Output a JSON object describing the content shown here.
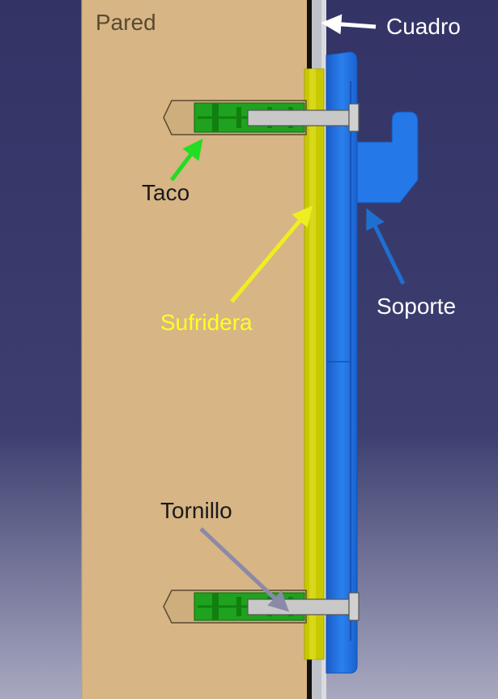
{
  "labels": {
    "pared": "Pared",
    "cuadro": "Cuadro",
    "taco": "Taco",
    "sufridera": "Sufridera",
    "soporte": "Soporte",
    "tornillo": "Tornillo"
  },
  "colors": {
    "background_top": "#333366",
    "background_bottom": "#a8a9c0",
    "wall": "#d7b585",
    "frame": "#bfc2c8",
    "frame_edge": "#111111",
    "shim": "#c9c900",
    "bracket": "#1f6fe0",
    "anchor": "#1fa21f",
    "screw": "#c8c8c8",
    "label_pared": "#5a4a30",
    "label_cuadro": "#ffffff",
    "label_taco": "#1a1a1a",
    "label_sufridera": "#ffff22",
    "label_soporte": "#ffffff",
    "label_tornillo": "#1a1a1a",
    "arrow_cuadro": "#ffffff",
    "arrow_taco": "#22dd22",
    "arrow_sufridera": "#eeee22",
    "arrow_soporte": "#1f6fd0",
    "arrow_tornillo": "#8a8aa8"
  }
}
